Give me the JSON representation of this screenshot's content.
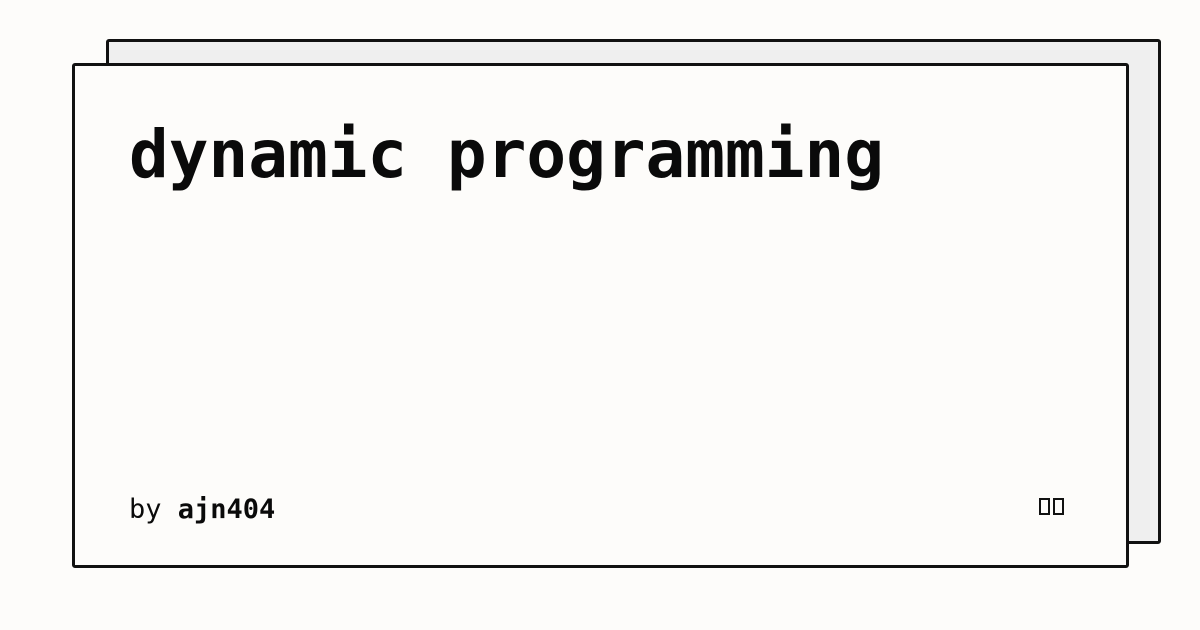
{
  "card": {
    "title": "dynamic programming",
    "byline_prefix": "by",
    "author": "ajn404",
    "logo_icon": "double-square-icon"
  },
  "colors": {
    "background": "#fdfcfa",
    "back_card": "#efefef",
    "border": "#111111",
    "text": "#0a0a0a"
  }
}
